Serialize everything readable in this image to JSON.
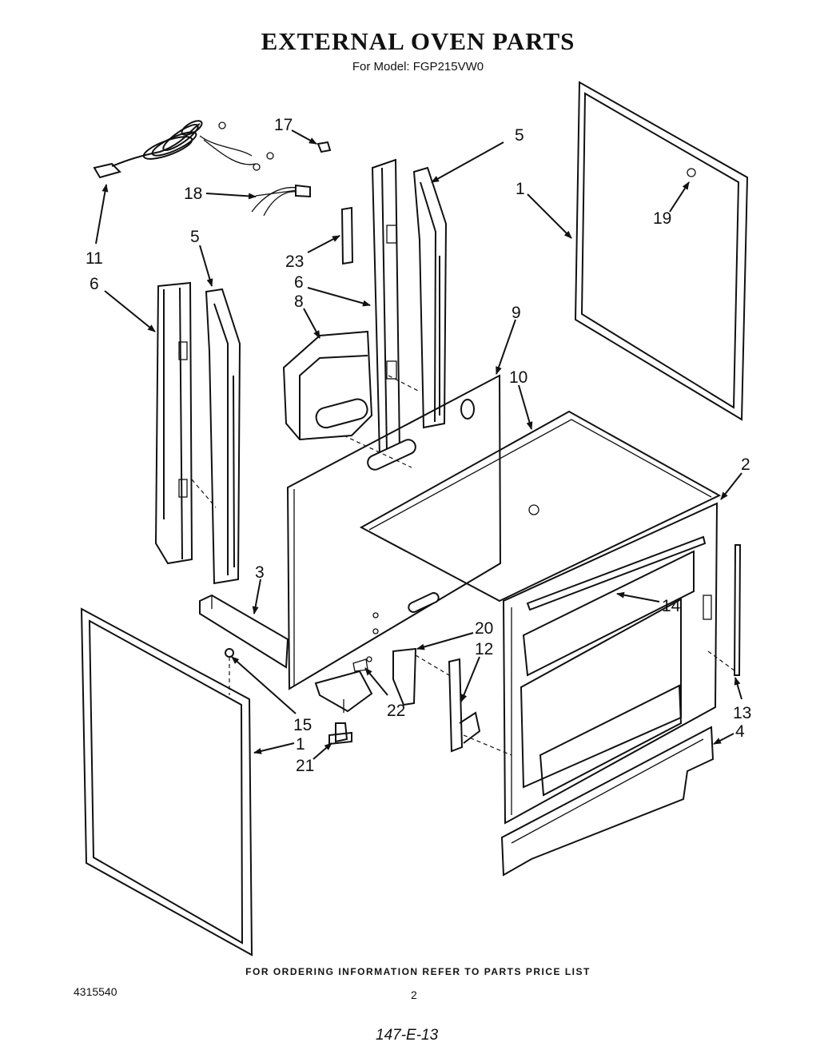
{
  "header": {
    "title": "EXTERNAL OVEN PARTS",
    "model_line": "For Model: FGP215VW0"
  },
  "callouts": {
    "c17": "17",
    "c5a": "5",
    "c1a": "1",
    "c18": "18",
    "c19": "19",
    "c11": "11",
    "c23": "23",
    "c5b": "5",
    "c6a": "6",
    "c6b": "6",
    "c8": "8",
    "c9": "9",
    "c10": "10",
    "c2": "2",
    "c3": "3",
    "c14": "14",
    "c20": "20",
    "c12": "12",
    "c13": "13",
    "c15": "15",
    "c22": "22",
    "c4": "4",
    "c1b": "1",
    "c21": "21"
  },
  "footer": {
    "ordering_note": "FOR ORDERING INFORMATION REFER TO PARTS PRICE LIST",
    "document_number": "4315540",
    "page_number": "2",
    "handwritten_note": "147-E-13"
  }
}
